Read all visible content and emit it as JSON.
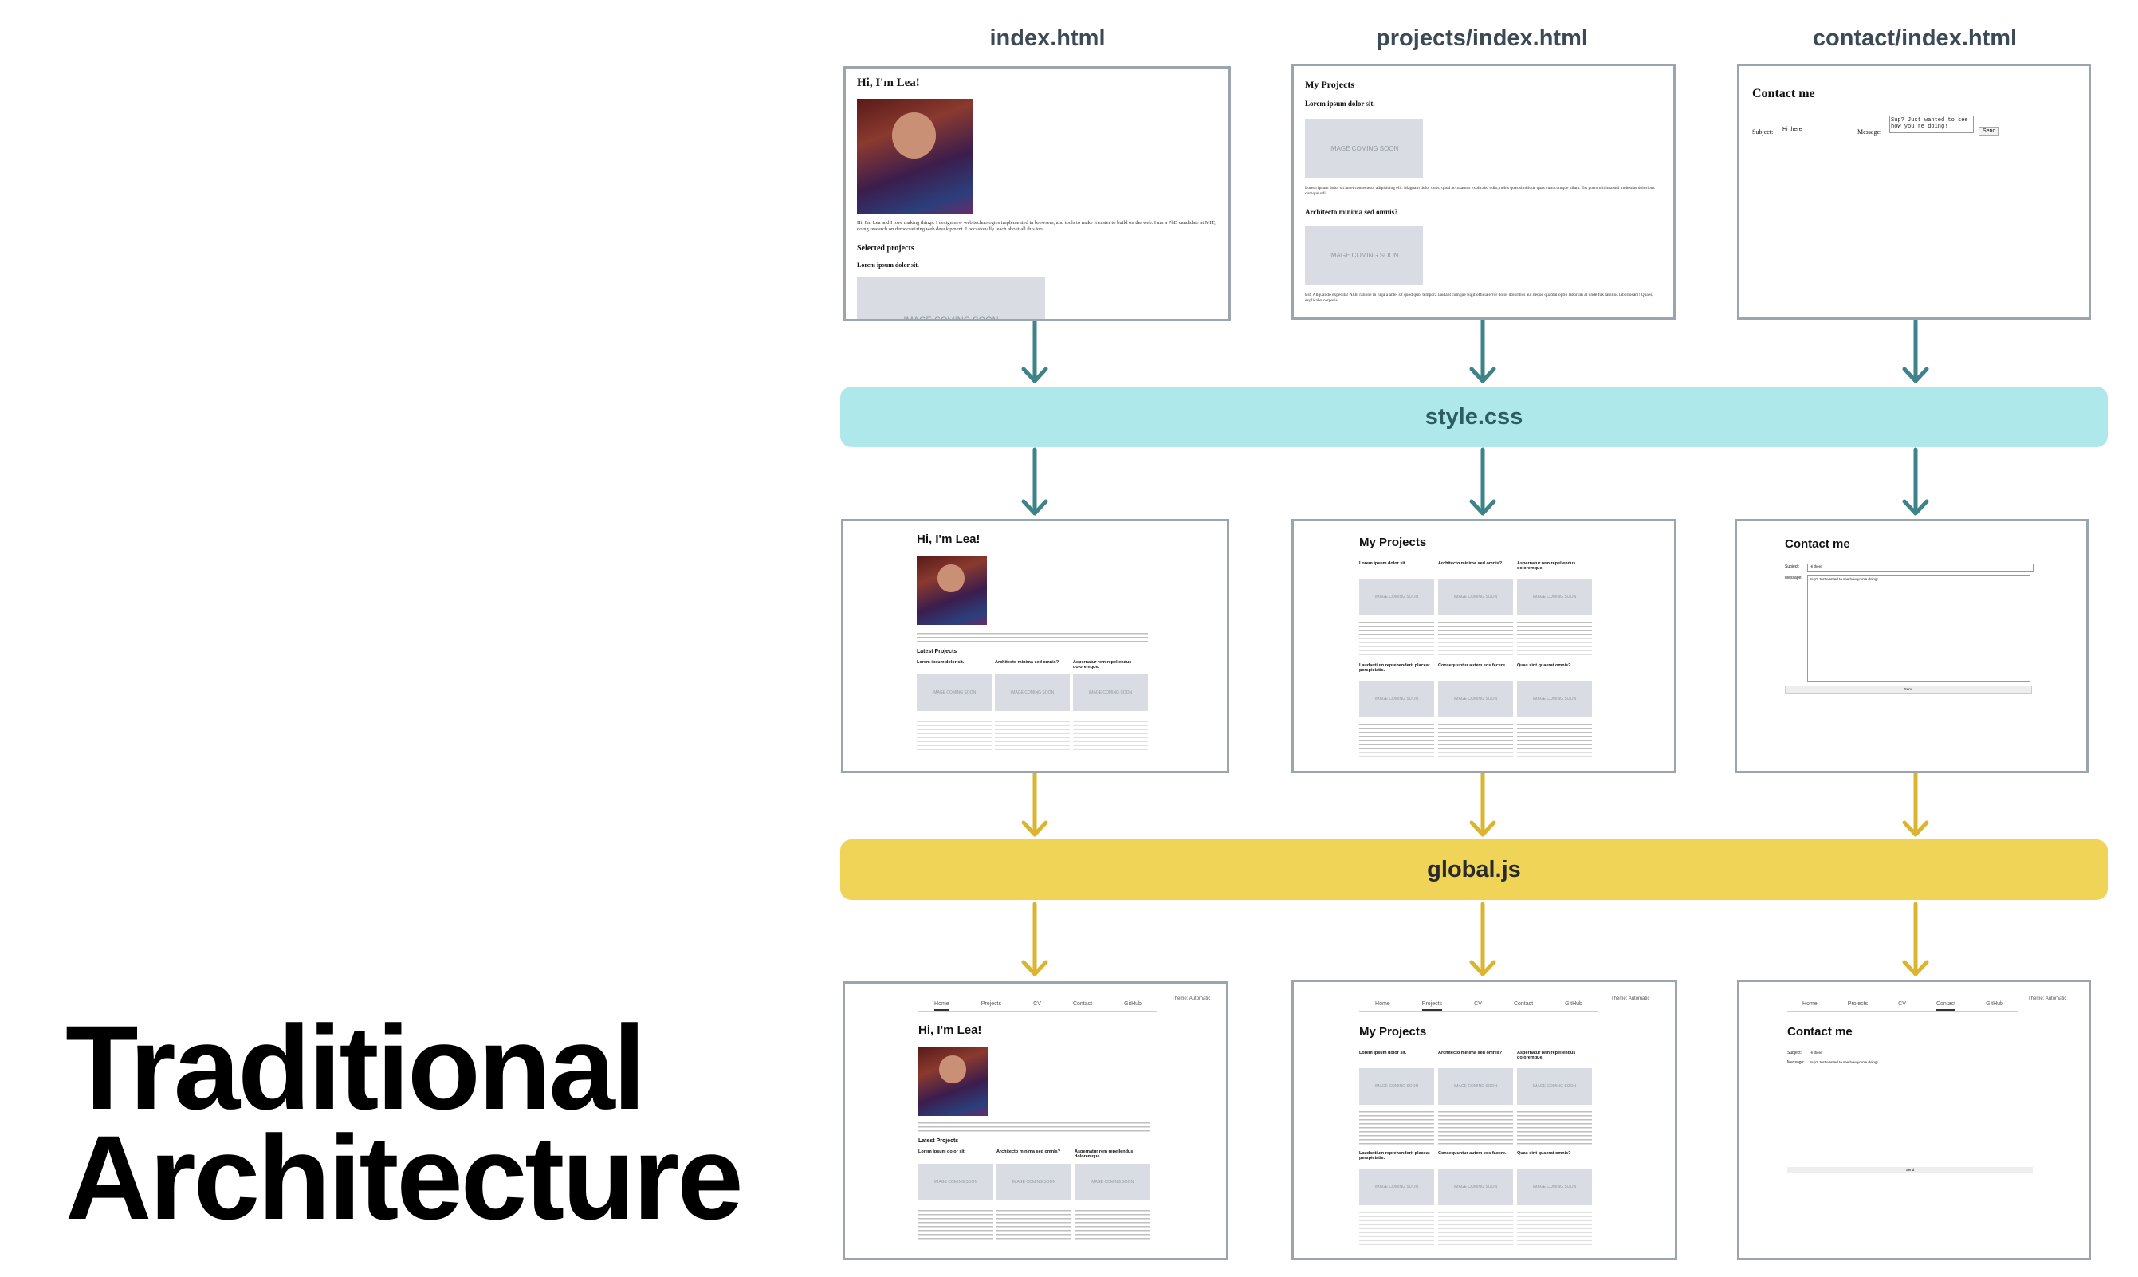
{
  "title_lines": [
    "Traditional",
    "Architecture"
  ],
  "files": [
    "index.html",
    "projects/index.html",
    "contact/index.html"
  ],
  "style_label": "style.css",
  "script_label": "global.js",
  "colors": {
    "css_bar": "#afe8eb",
    "js_bar": "#efd457",
    "css_arrow": "#3e838a",
    "js_arrow": "#dcb530",
    "page_border": "#9aa5ae"
  },
  "home": {
    "heading": "Hi, I'm Lea!",
    "bio": "Hi, I'm Lea and I love making things. I design new web technologies implemented in browsers, and tools to make it easier to build on the web. I am a PhD candidate at MIT, doing research on democratizing web development. I occasionally teach about all this too.",
    "selected_heading": "Selected projects",
    "latest_heading": "Latest Projects",
    "project_title": "Lorem ipsum dolor sit.",
    "placeholder": "IMAGE COMING SOON",
    "card_titles": [
      "Lorem ipsum dolor sit.",
      "Architecto minima sed omnis?",
      "Aspernatur rem repellendus doloremque."
    ]
  },
  "projects": {
    "heading": "My Projects",
    "project1_title": "Lorem ipsum dolor sit.",
    "project2_title": "Architecto minima sed omnis?",
    "placeholder": "IMAGE COMING SOON",
    "desc1": "Lorem ipsum dolor sit amet consectetur adipisicing elit. Magnam dolor quos, quod accusamus explicabo odio, nobis quas similique quas cum cumque ullam. Est porro minima sed molestias doloribus cumque odit.",
    "desc2": "Est, Aliquando expedita! Alibi ratione in fuga a ante, sit quod quo, tempora laudant cumque fugit officia error dolor doloribus aut neque quamal optio laborum at unde fux labilius laboriosam! Quaes, explicabo corporis.",
    "grid_titles_row1": [
      "Lorem ipsum dolor sit.",
      "Architecto minima sed omnis?",
      "Aspernatur rem repellendus doloremque."
    ],
    "grid_titles_row2": [
      "Laudantium reprehenderit placeat perspiciatis.",
      "Consequuntur autem eos facere.",
      "Quas sint quaerat omnis?"
    ]
  },
  "contact": {
    "heading": "Contact me",
    "subject_label": "Subject:",
    "subject_value": "Hi there",
    "message_label": "Message:",
    "message_value": "Sup? Just wanted to see how you're doing!",
    "send_label": "Send",
    "styled_subject_label": "Subject:",
    "styled_message_label": "Message:"
  },
  "nav": {
    "items": [
      "Home",
      "Projects",
      "CV",
      "Contact",
      "GitHub"
    ],
    "theme_label": "Theme:",
    "theme_value": "Automatic"
  }
}
